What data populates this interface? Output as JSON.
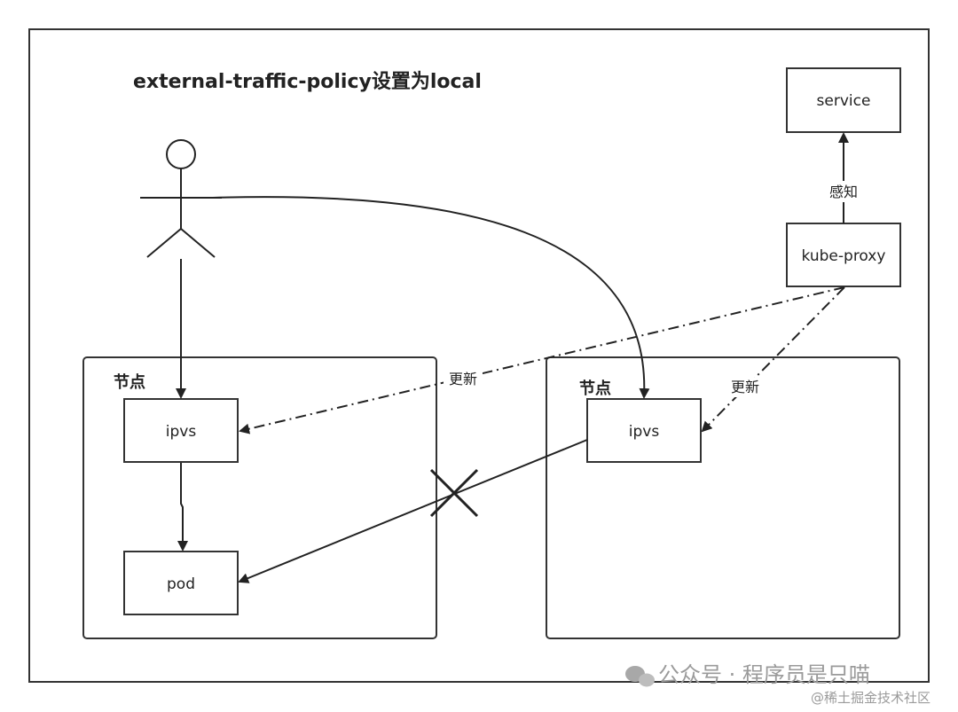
{
  "title": "external-traffic-policy设置为local",
  "nodes": {
    "service": "service",
    "kube_proxy": "kube-proxy",
    "ipvs_left": "ipvs",
    "ipvs_right": "ipvs",
    "pod": "pod"
  },
  "groups": {
    "left": "节点",
    "right": "节点"
  },
  "edges": {
    "sense": "感知",
    "update_left": "更新",
    "update_right": "更新"
  },
  "watermark": {
    "main": "公众号 · 程序员是只喵",
    "sub": "@稀土掘金技术社区"
  }
}
